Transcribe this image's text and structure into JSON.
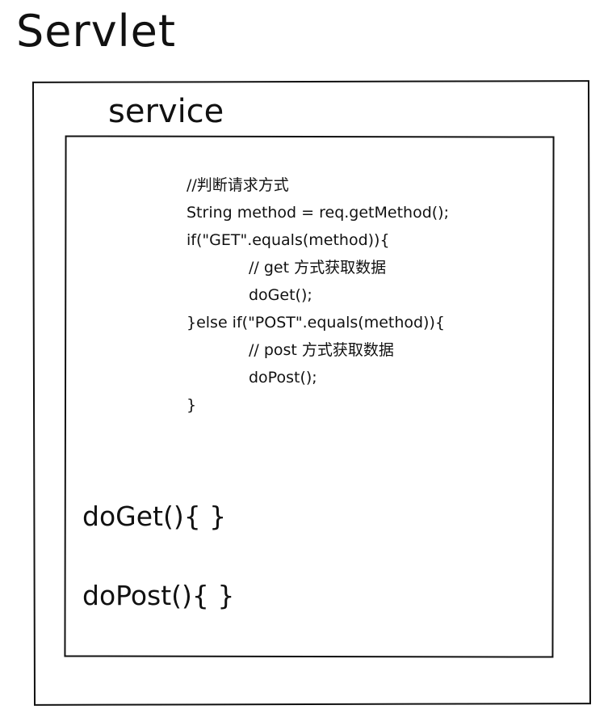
{
  "diagram": {
    "title": "Servlet",
    "service_label": "service",
    "code_lines": [
      "//判断请求方式",
      "String method = req.getMethod();",
      "if(\"GET\".equals(method)){",
      "// get 方式获取数据",
      "doGet();",
      "}else if(\"POST\".equals(method)){",
      "// post 方式获取数据",
      "doPost();",
      "}"
    ],
    "methods": [
      "doGet(){ }",
      "doPost(){ }"
    ]
  }
}
